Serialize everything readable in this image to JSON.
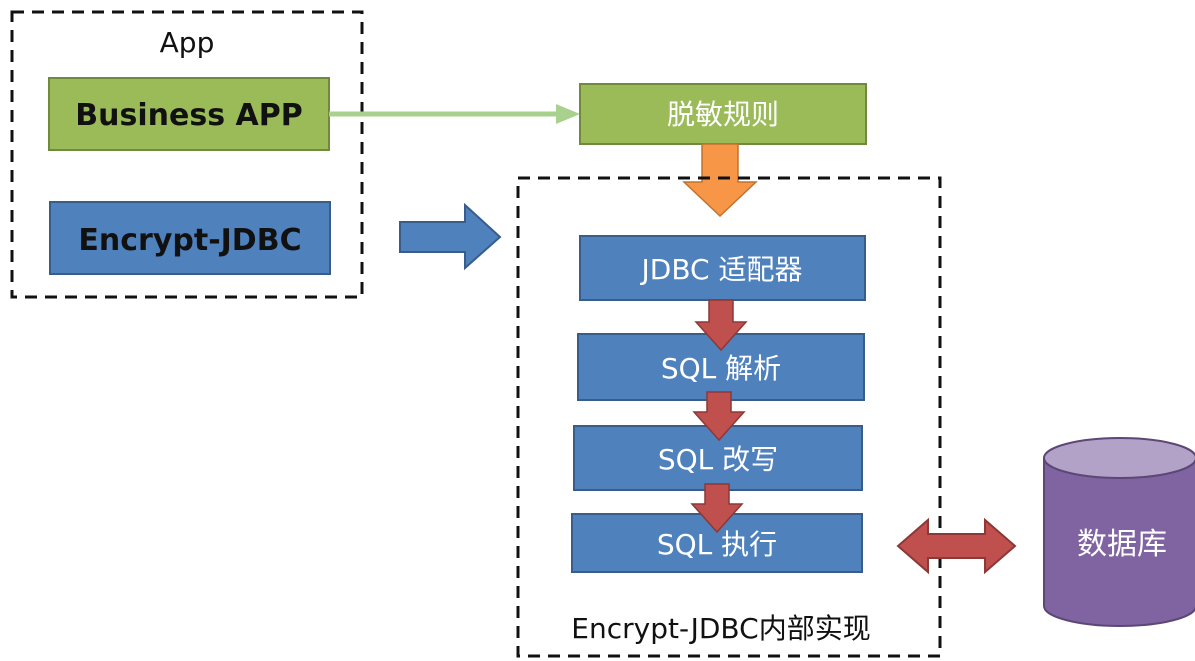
{
  "app_group": {
    "title": "App",
    "business_app": "Business APP",
    "encrypt_jdbc": "Encrypt-JDBC"
  },
  "rules_box": "脱敏规则",
  "internal_group": {
    "caption": "Encrypt-JDBC内部实现",
    "steps": [
      "JDBC 适配器",
      "SQL 解析",
      "SQL 改写",
      "SQL 执行"
    ]
  },
  "database": "数据库",
  "colors": {
    "green_fill": "#9bbb59",
    "green_stroke": "#71893f",
    "blue_fill": "#4f81bd",
    "blue_stroke": "#385d8a",
    "orange_arrow": "#f79646",
    "red_arrow": "#c0504d",
    "purple_db": "#8064a2",
    "purple_db_top": "#b3a2c7",
    "connector_green": "#a9d18e"
  }
}
